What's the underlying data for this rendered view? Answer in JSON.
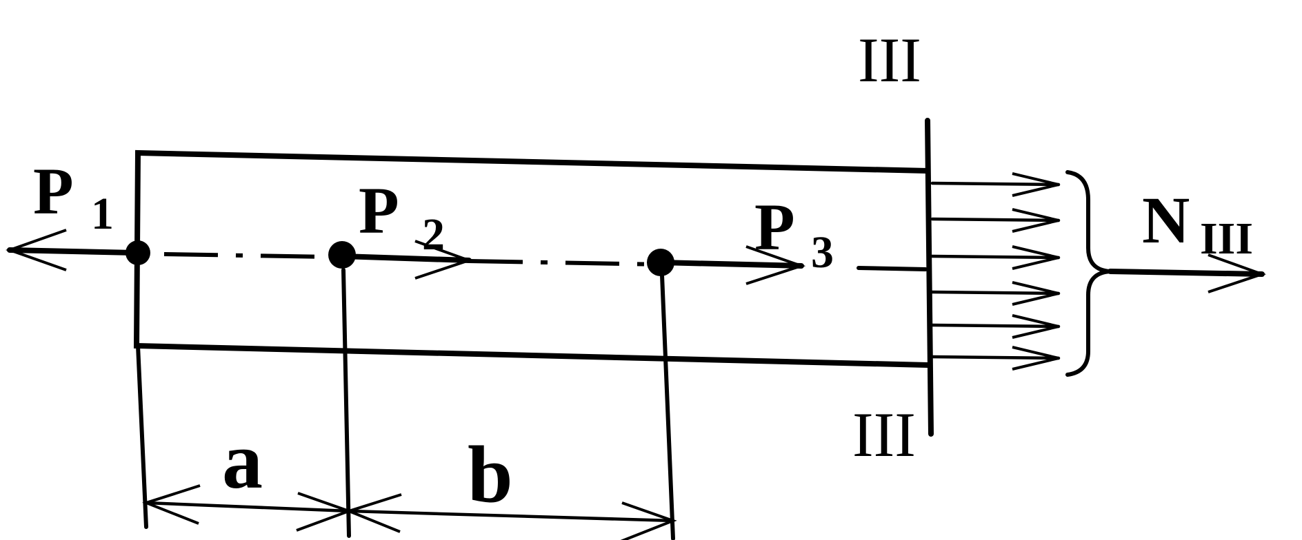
{
  "labels": {
    "p1": {
      "main": "P",
      "sub": "1"
    },
    "p2": {
      "main": "P",
      "sub": "2"
    },
    "p3": {
      "main": "P",
      "sub": "3"
    },
    "n": {
      "main": "N",
      "sub": "III"
    },
    "section_top": "III",
    "section_bottom": "III",
    "dim_a": "a",
    "dim_b": "b"
  },
  "colors": {
    "ink": "#000000",
    "background": "#ffffff"
  }
}
